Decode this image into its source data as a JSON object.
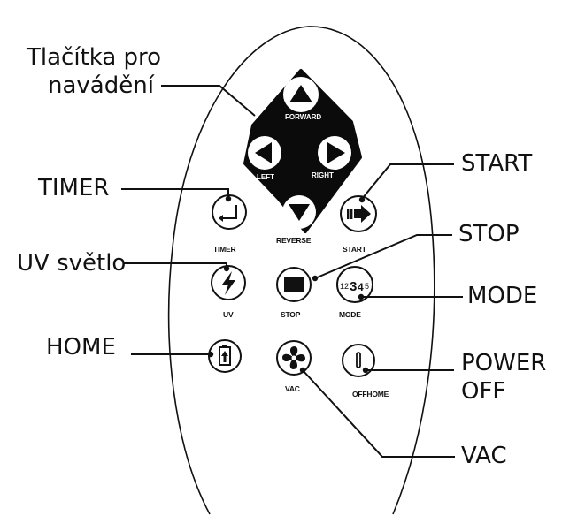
{
  "callouts": {
    "navigation_line1": "Tlačítka pro",
    "navigation_line2": "navádění",
    "timer": "TIMER",
    "uv": "UV světlo",
    "home": "HOME",
    "start": "START",
    "stop": "STOP",
    "mode": "MODE",
    "power_off_line1": "POWER",
    "power_off_line2": "OFF",
    "vac": "VAC"
  },
  "remote": {
    "forward": "FORWARD",
    "left": "LEFT",
    "right": "RIGHT",
    "reverse": "REVERSE",
    "timer": "TIMER",
    "start": "START",
    "uv": "UV",
    "stop": "STOP",
    "mode": "MODE",
    "vac": "VAC",
    "offhome": "OFFHOME",
    "mode_digits_a": "12",
    "mode_digits_b": "3",
    "mode_digits_c": "4",
    "mode_digits_d": "5"
  },
  "icons": {
    "up": "triangle-up-icon",
    "left": "triangle-left-icon",
    "right": "triangle-right-icon",
    "down": "triangle-down-icon",
    "timer": "timer-icon",
    "start": "play-icon",
    "uv": "lightning-icon",
    "stop": "stop-square-icon",
    "mode": "mode-digits-icon",
    "home": "battery-home-icon",
    "vac": "fan-icon",
    "power": "power-icon"
  },
  "colors": {
    "ink": "#111111",
    "background": "#ffffff"
  }
}
